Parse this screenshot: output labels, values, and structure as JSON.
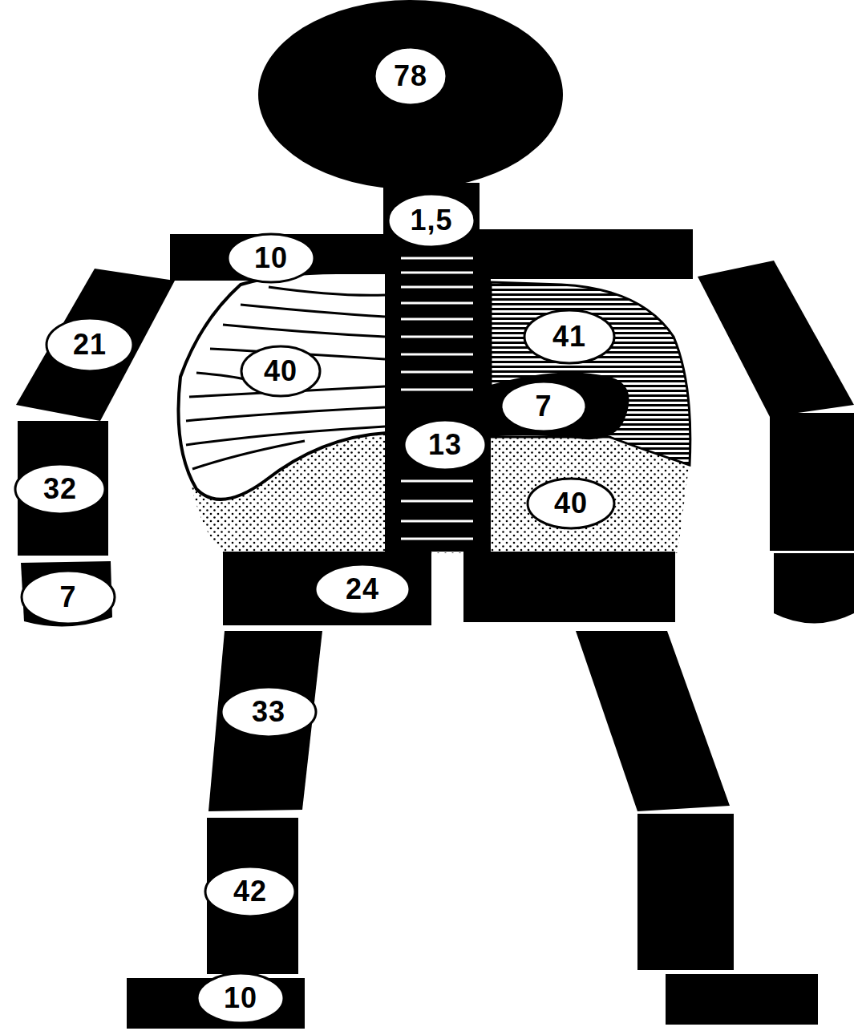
{
  "diagram": {
    "nodes": [
      {
        "text": [
          "78"
        ]
      },
      {
        "text": [
          "1,5"
        ]
      },
      {
        "text": [
          "10"
        ]
      },
      {
        "text": [
          "41"
        ]
      },
      {
        "text": [
          "21"
        ]
      },
      {
        "text": [
          "40"
        ]
      },
      {
        "text": [
          "7"
        ]
      },
      {
        "text": [
          "13"
        ]
      },
      {
        "text": [
          "32"
        ]
      },
      {
        "text": [
          "40"
        ]
      },
      {
        "text": [
          "24"
        ]
      },
      {
        "text": [
          "7"
        ]
      },
      {
        "text": [
          "33"
        ]
      },
      {
        "text": [
          "42"
        ]
      },
      {
        "text": [
          "10"
        ]
      }
    ]
  }
}
